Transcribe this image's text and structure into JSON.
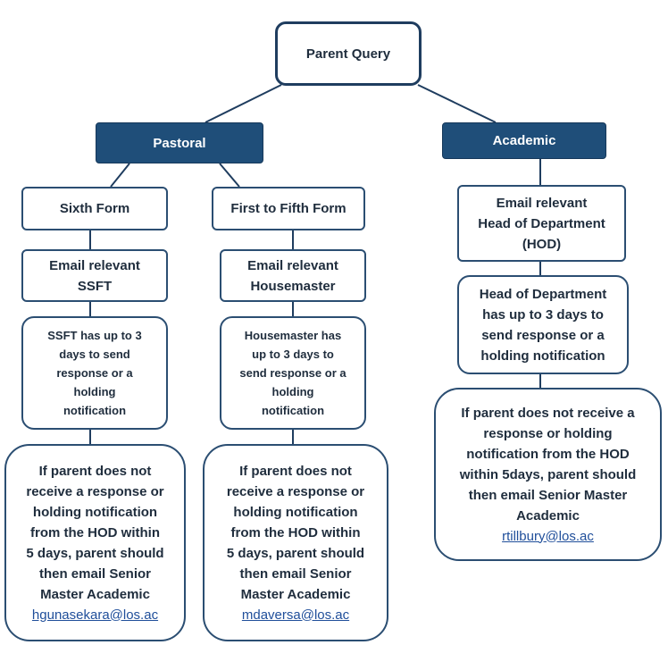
{
  "root": {
    "label": "Parent Query"
  },
  "pastoral": {
    "label": "Pastoral",
    "sixth_form": {
      "title": "Sixth Form",
      "step1": [
        "Email relevant",
        "SSFT"
      ],
      "step2": [
        "SSFT has up to 3",
        "days to send",
        "response or a",
        "holding",
        "notification"
      ],
      "step3": [
        "If parent does not",
        "receive a response or",
        "holding notification",
        "from the HOD within",
        "5 days, parent should",
        "then email Senior",
        "Master Academic"
      ],
      "email": "hgunasekara@los.ac"
    },
    "first_fifth": {
      "title": "First to Fifth Form",
      "step1": [
        "Email relevant",
        "Housemaster"
      ],
      "step2": [
        "Housemaster has",
        "up to 3 days to",
        "send response or a",
        "holding",
        "notification"
      ],
      "step3": [
        "If parent does not",
        "receive a response or",
        "holding notification",
        "from the HOD within",
        "5 days, parent should",
        "then email Senior",
        "Master Academic"
      ],
      "email": "mdaversa@los.ac"
    }
  },
  "academic": {
    "label": "Academic",
    "step1": [
      "Email relevant",
      "Head of Department",
      "(HOD)"
    ],
    "step2": [
      "Head of Department",
      "has up to 3 days to",
      "send response or a",
      "holding notification"
    ],
    "step3": [
      "If parent does not receive a",
      "response or holding",
      "notification from the HOD",
      "within 5days, parent should",
      "then email Senior Master",
      "Academic"
    ],
    "email": "rtillbury@los.ac"
  },
  "colors": {
    "dark_box": "#1f4e79",
    "border": "#2b4e72",
    "link": "#1f4e9a"
  }
}
